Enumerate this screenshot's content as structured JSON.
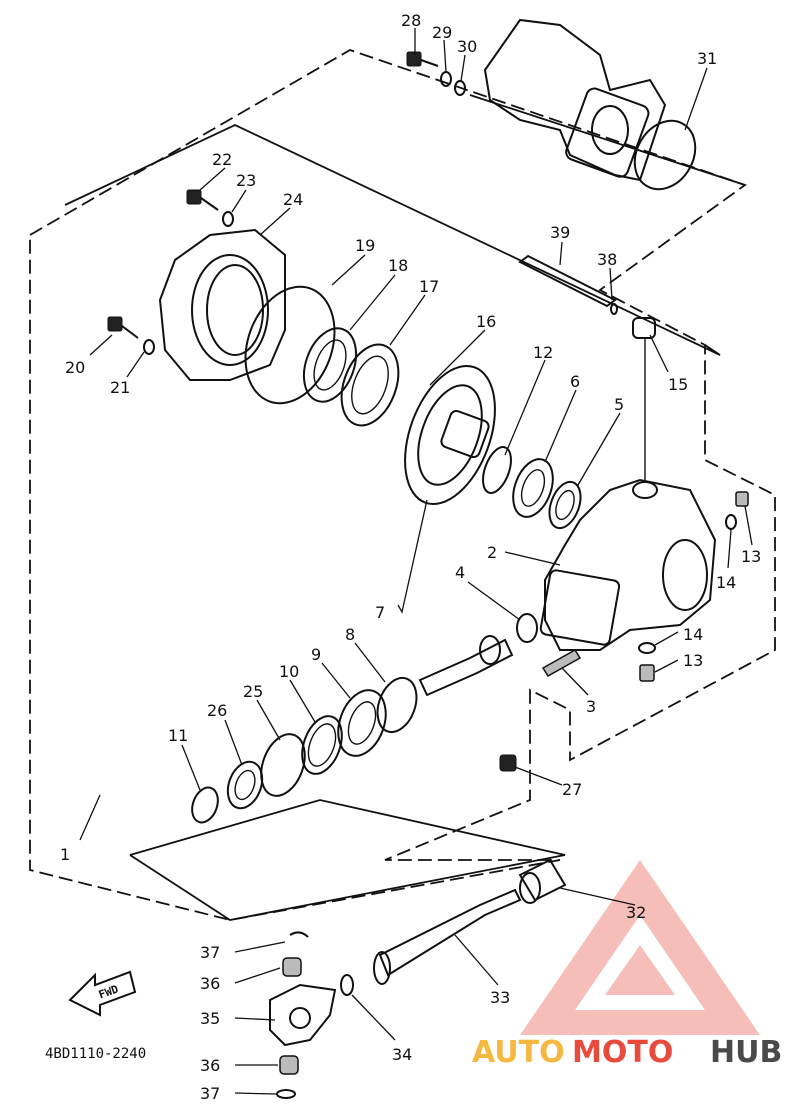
{
  "diagram_code": "4BD1110-2240",
  "fwd_label": "FWD",
  "brand": {
    "part1": "AUTO",
    "part2": "MOTO",
    "part3": "HUB",
    "color1": "#f5b942",
    "color2": "#e84a3c",
    "color3": "#4a4a4a"
  },
  "callouts": [
    "1",
    "2",
    "3",
    "4",
    "5",
    "6",
    "7",
    "8",
    "9",
    "10",
    "11",
    "12",
    "13",
    "13",
    "14",
    "14",
    "15",
    "16",
    "17",
    "18",
    "19",
    "20",
    "21",
    "22",
    "23",
    "24",
    "25",
    "26",
    "27",
    "28",
    "29",
    "30",
    "31",
    "32",
    "33",
    "34",
    "35",
    "36",
    "36",
    "37",
    "37",
    "38",
    "39"
  ]
}
